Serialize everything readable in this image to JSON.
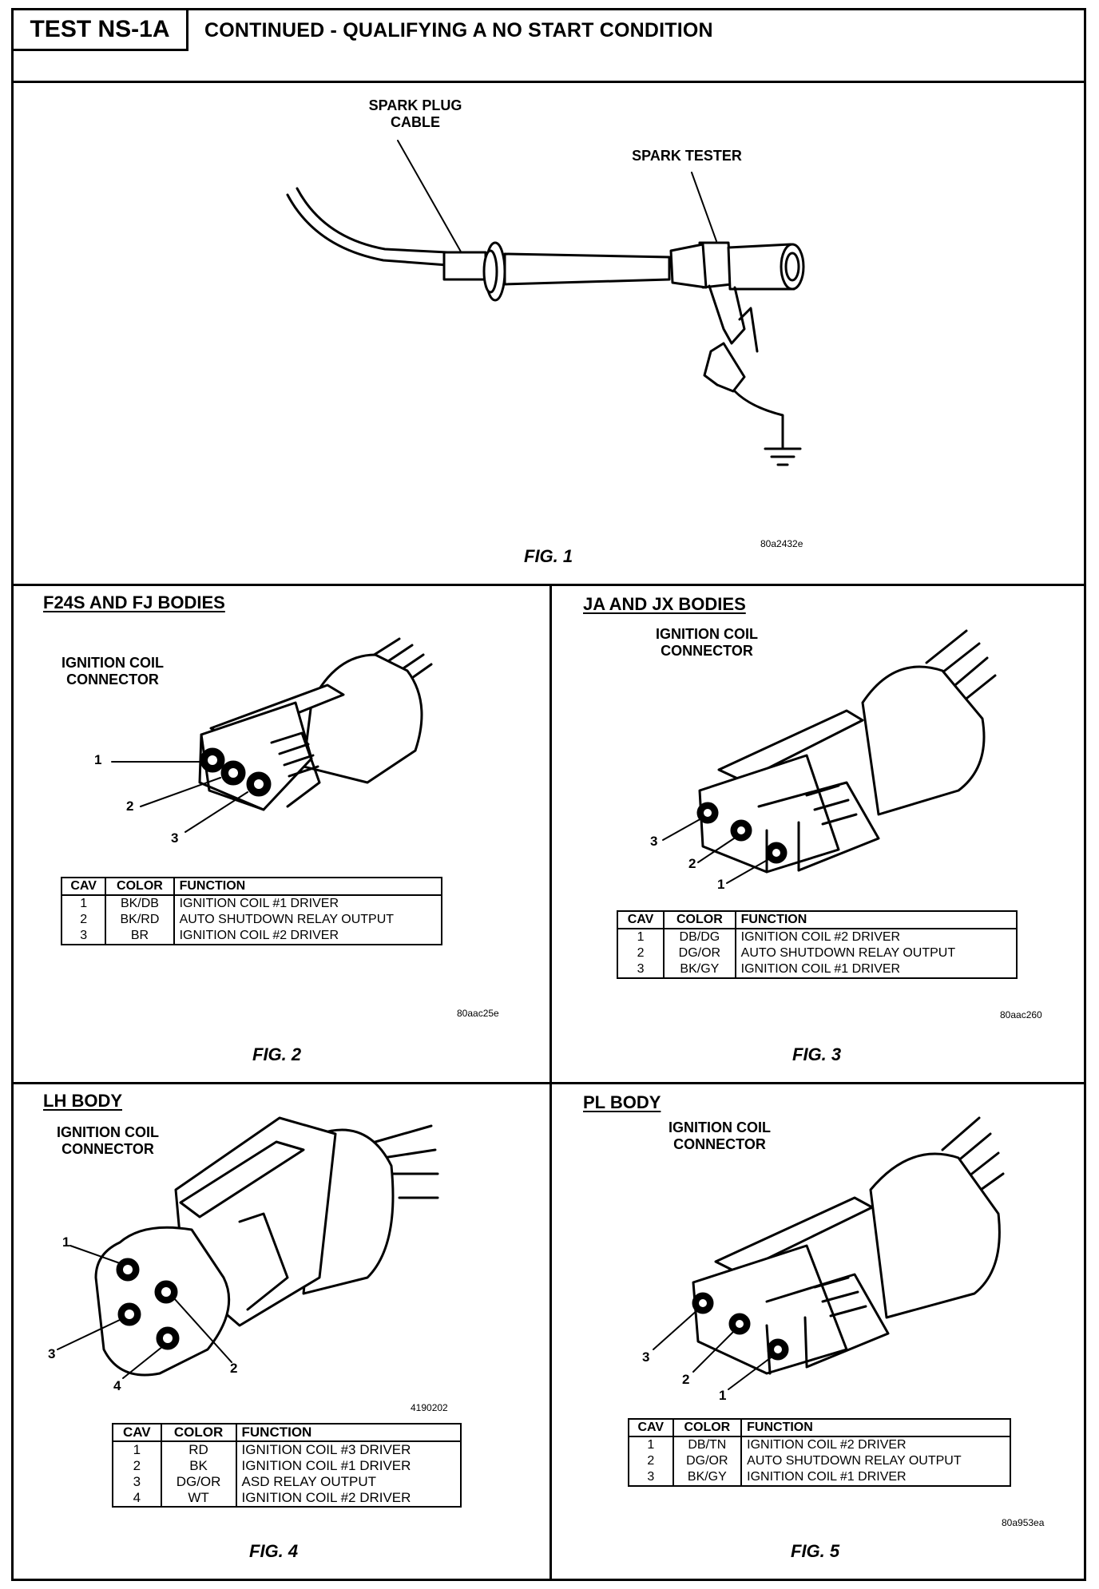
{
  "header": {
    "test_label": "TEST NS-1A",
    "title": "CONTINUED - QUALIFYING A NO START CONDITION"
  },
  "fig1": {
    "label_cable": "SPARK PLUG\nCABLE",
    "label_tester": "SPARK TESTER",
    "code": "80a2432e",
    "caption": "FIG. 1"
  },
  "fig2": {
    "title": "F24S AND FJ BODIES",
    "connector_label": "IGNITION COIL\nCONNECTOR",
    "pins": [
      "1",
      "2",
      "3"
    ],
    "table": {
      "headers": [
        "CAV",
        "COLOR",
        "FUNCTION"
      ],
      "rows": [
        [
          "1",
          "BK/DB",
          "IGNITION COIL #1 DRIVER"
        ],
        [
          "2",
          "BK/RD",
          "AUTO SHUTDOWN RELAY OUTPUT"
        ],
        [
          "3",
          "BR",
          "IGNITION COIL #2 DRIVER"
        ]
      ]
    },
    "code": "80aac25e",
    "caption": "FIG. 2"
  },
  "fig3": {
    "title": "JA AND JX BODIES",
    "connector_label": "IGNITION COIL\nCONNECTOR",
    "pins": [
      "3",
      "2",
      "1"
    ],
    "table": {
      "headers": [
        "CAV",
        "COLOR",
        "FUNCTION"
      ],
      "rows": [
        [
          "1",
          "DB/DG",
          "IGNITION COIL #2 DRIVER"
        ],
        [
          "2",
          "DG/OR",
          "AUTO SHUTDOWN RELAY OUTPUT"
        ],
        [
          "3",
          "BK/GY",
          "IGNITION COIL #1 DRIVER"
        ]
      ]
    },
    "code": "80aac260",
    "caption": "FIG. 3"
  },
  "fig4": {
    "title": "LH BODY",
    "connector_label": "IGNITION COIL\nCONNECTOR",
    "pins": [
      "1",
      "2",
      "3",
      "4"
    ],
    "table": {
      "headers": [
        "CAV",
        "COLOR",
        "FUNCTION"
      ],
      "rows": [
        [
          "1",
          "RD",
          "IGNITION COIL #3 DRIVER"
        ],
        [
          "2",
          "BK",
          "IGNITION COIL #1 DRIVER"
        ],
        [
          "3",
          "DG/OR",
          "ASD RELAY OUTPUT"
        ],
        [
          "4",
          "WT",
          "IGNITION COIL #2 DRIVER"
        ]
      ]
    },
    "code": "4190202",
    "caption": "FIG. 4"
  },
  "fig5": {
    "title": "PL BODY",
    "connector_label": "IGNITION COIL\nCONNECTOR",
    "pins": [
      "3",
      "2",
      "1"
    ],
    "table": {
      "headers": [
        "CAV",
        "COLOR",
        "FUNCTION"
      ],
      "rows": [
        [
          "1",
          "DB/TN",
          "IGNITION COIL #2 DRIVER"
        ],
        [
          "2",
          "DG/OR",
          "AUTO SHUTDOWN RELAY OUTPUT"
        ],
        [
          "3",
          "BK/GY",
          "IGNITION COIL #1 DRIVER"
        ]
      ]
    },
    "code": "80a953ea",
    "caption": "FIG. 5"
  }
}
